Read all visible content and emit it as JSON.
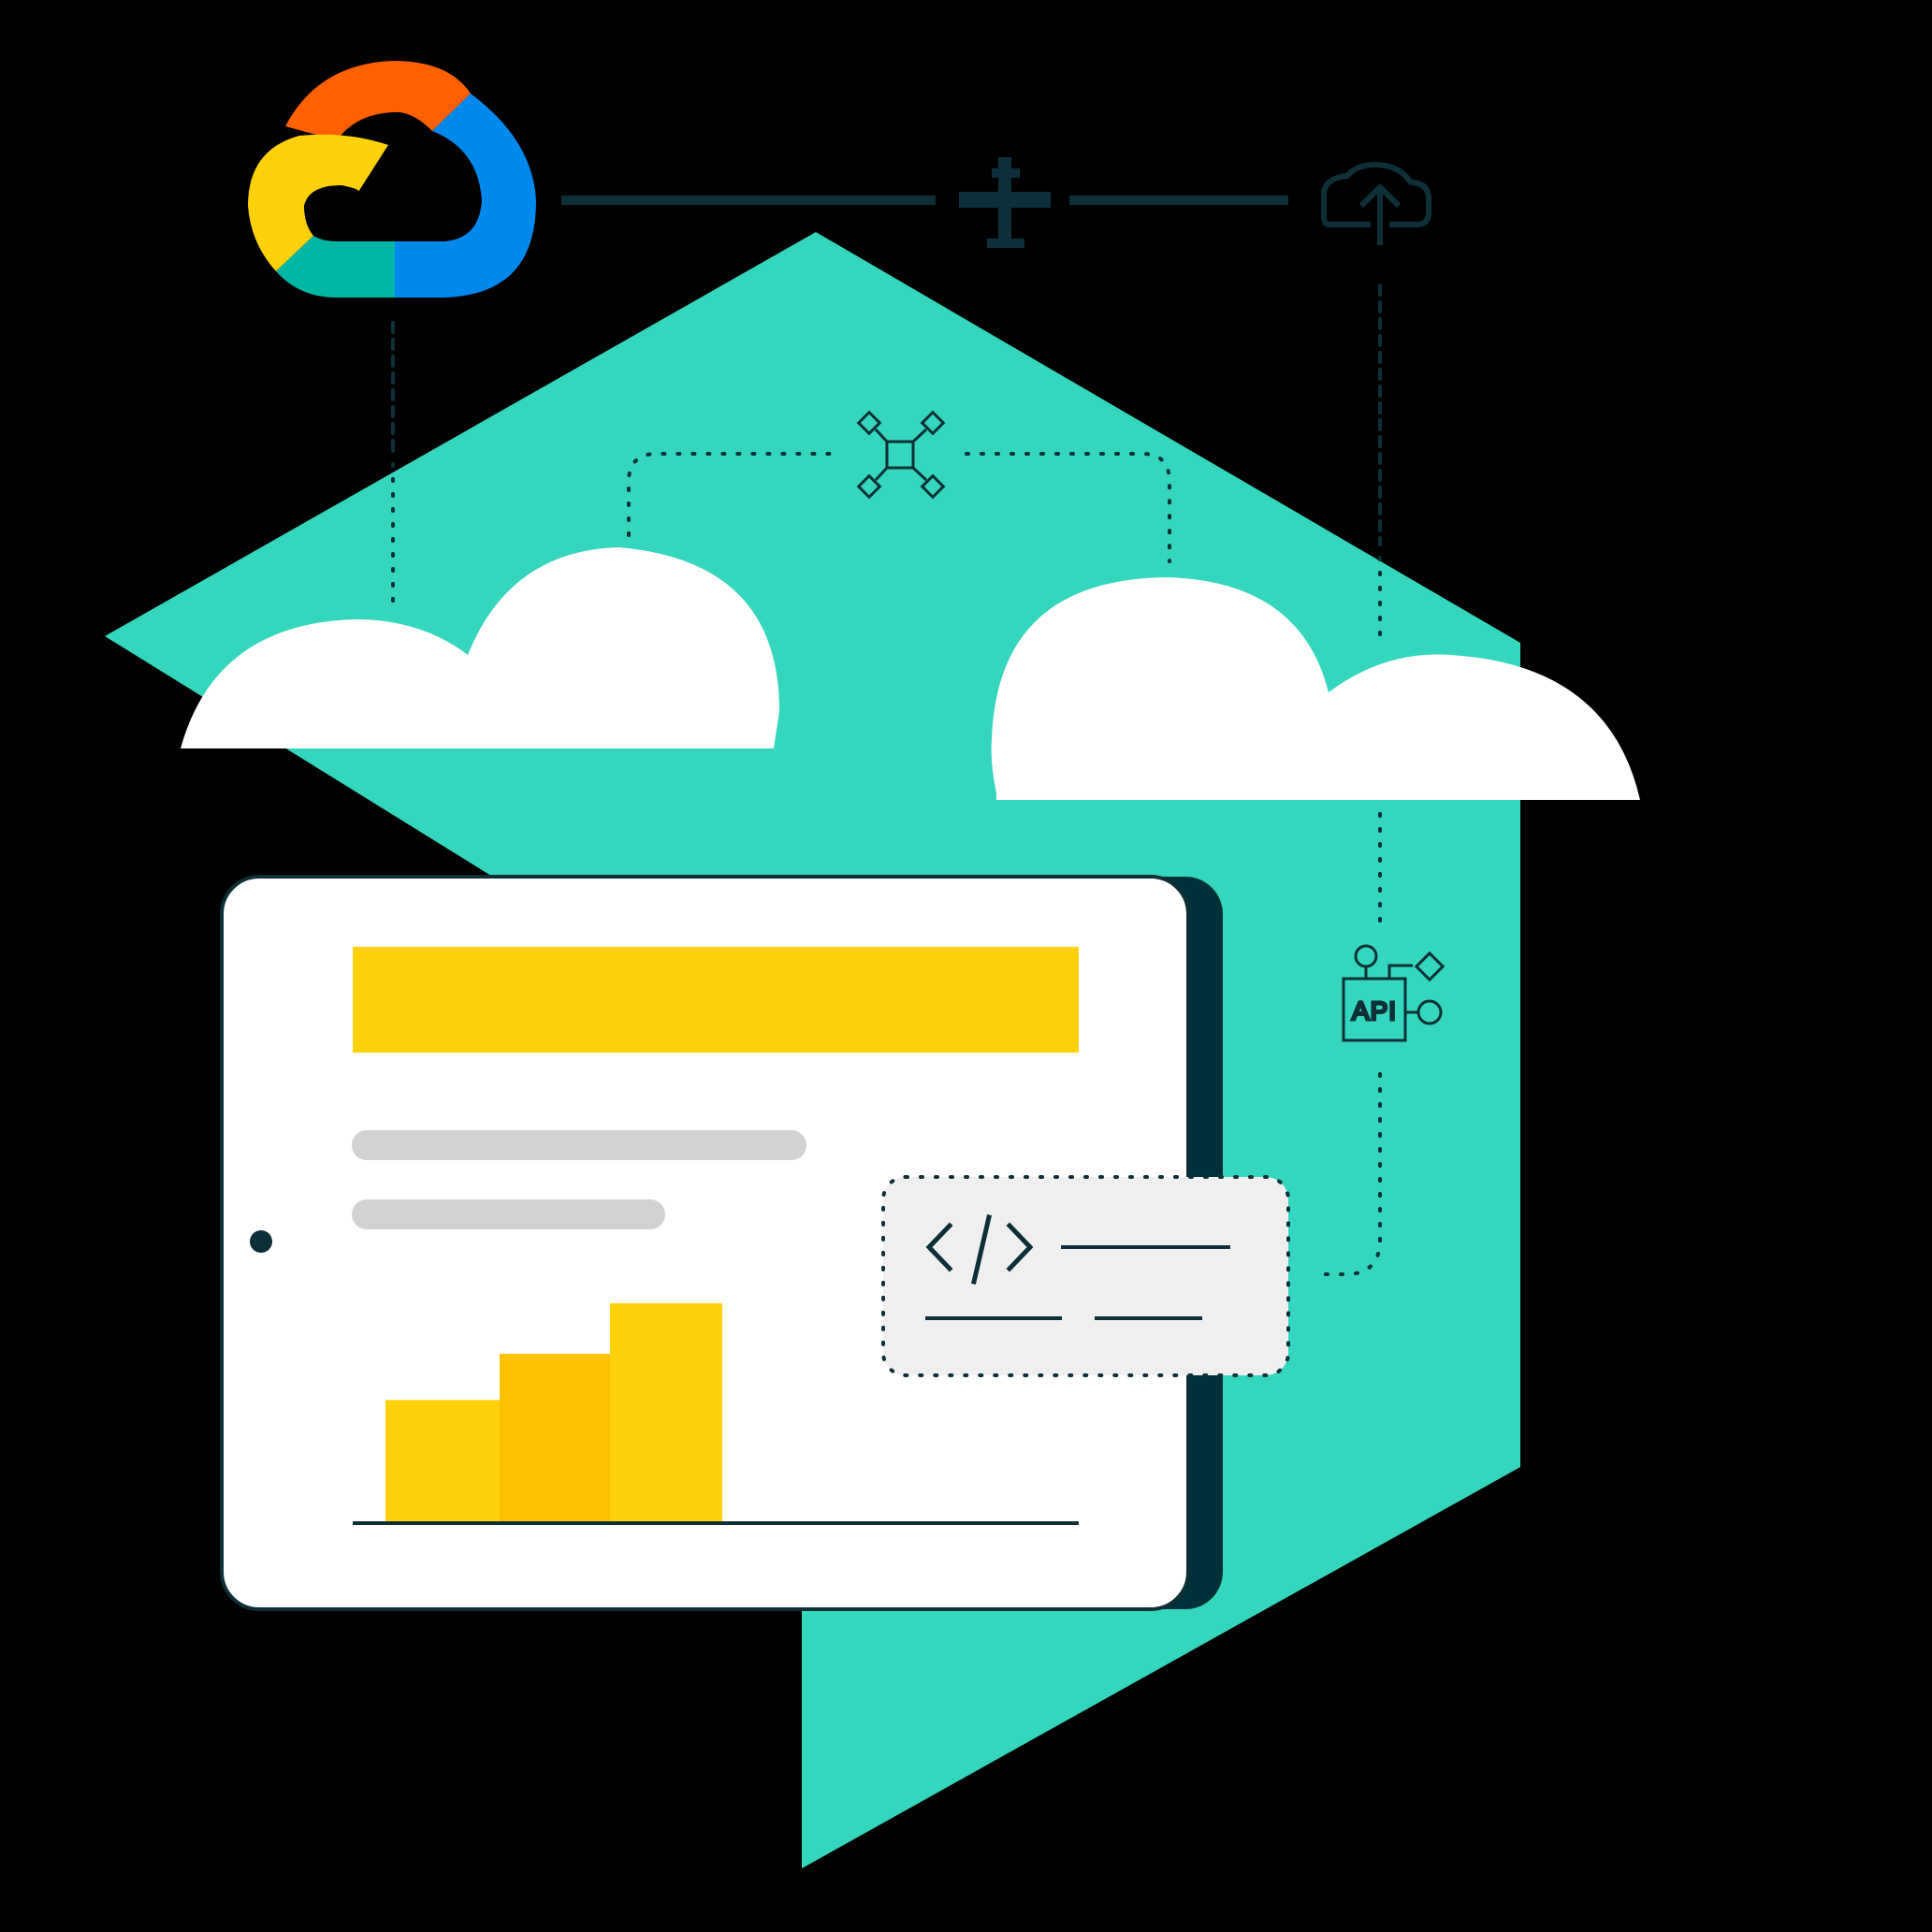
{
  "colors": {
    "background": "#000000",
    "teal": "#34d6be",
    "dark": "#0d2f37",
    "tablet_shadow": "#003139",
    "yellow": "#ffd10a",
    "yellow_dark": "#fcc200",
    "placeholder_gray": "#d2d2d2",
    "code_card_bg": "#efefef",
    "gc_red": "#ff6000",
    "gc_blue": "#0089ed",
    "gc_yellow": "#ffd10a",
    "gc_green": "#00b7a6"
  },
  "icons": {
    "google_cloud": "google-cloud-logo",
    "airplane": "airplane-icon",
    "cloud_upload": "cloud-upload-icon",
    "network_hub": "network-hub-icon",
    "api_connector": "api-connector-icon",
    "code": "code-brackets-icon"
  },
  "api_badge": {
    "label": "API"
  },
  "code_card": {
    "symbol": "</>"
  },
  "bar_chart": {
    "type": "bar",
    "bars": [
      {
        "value": 0.56
      },
      {
        "value": 0.77
      },
      {
        "value": 1.0
      }
    ]
  }
}
